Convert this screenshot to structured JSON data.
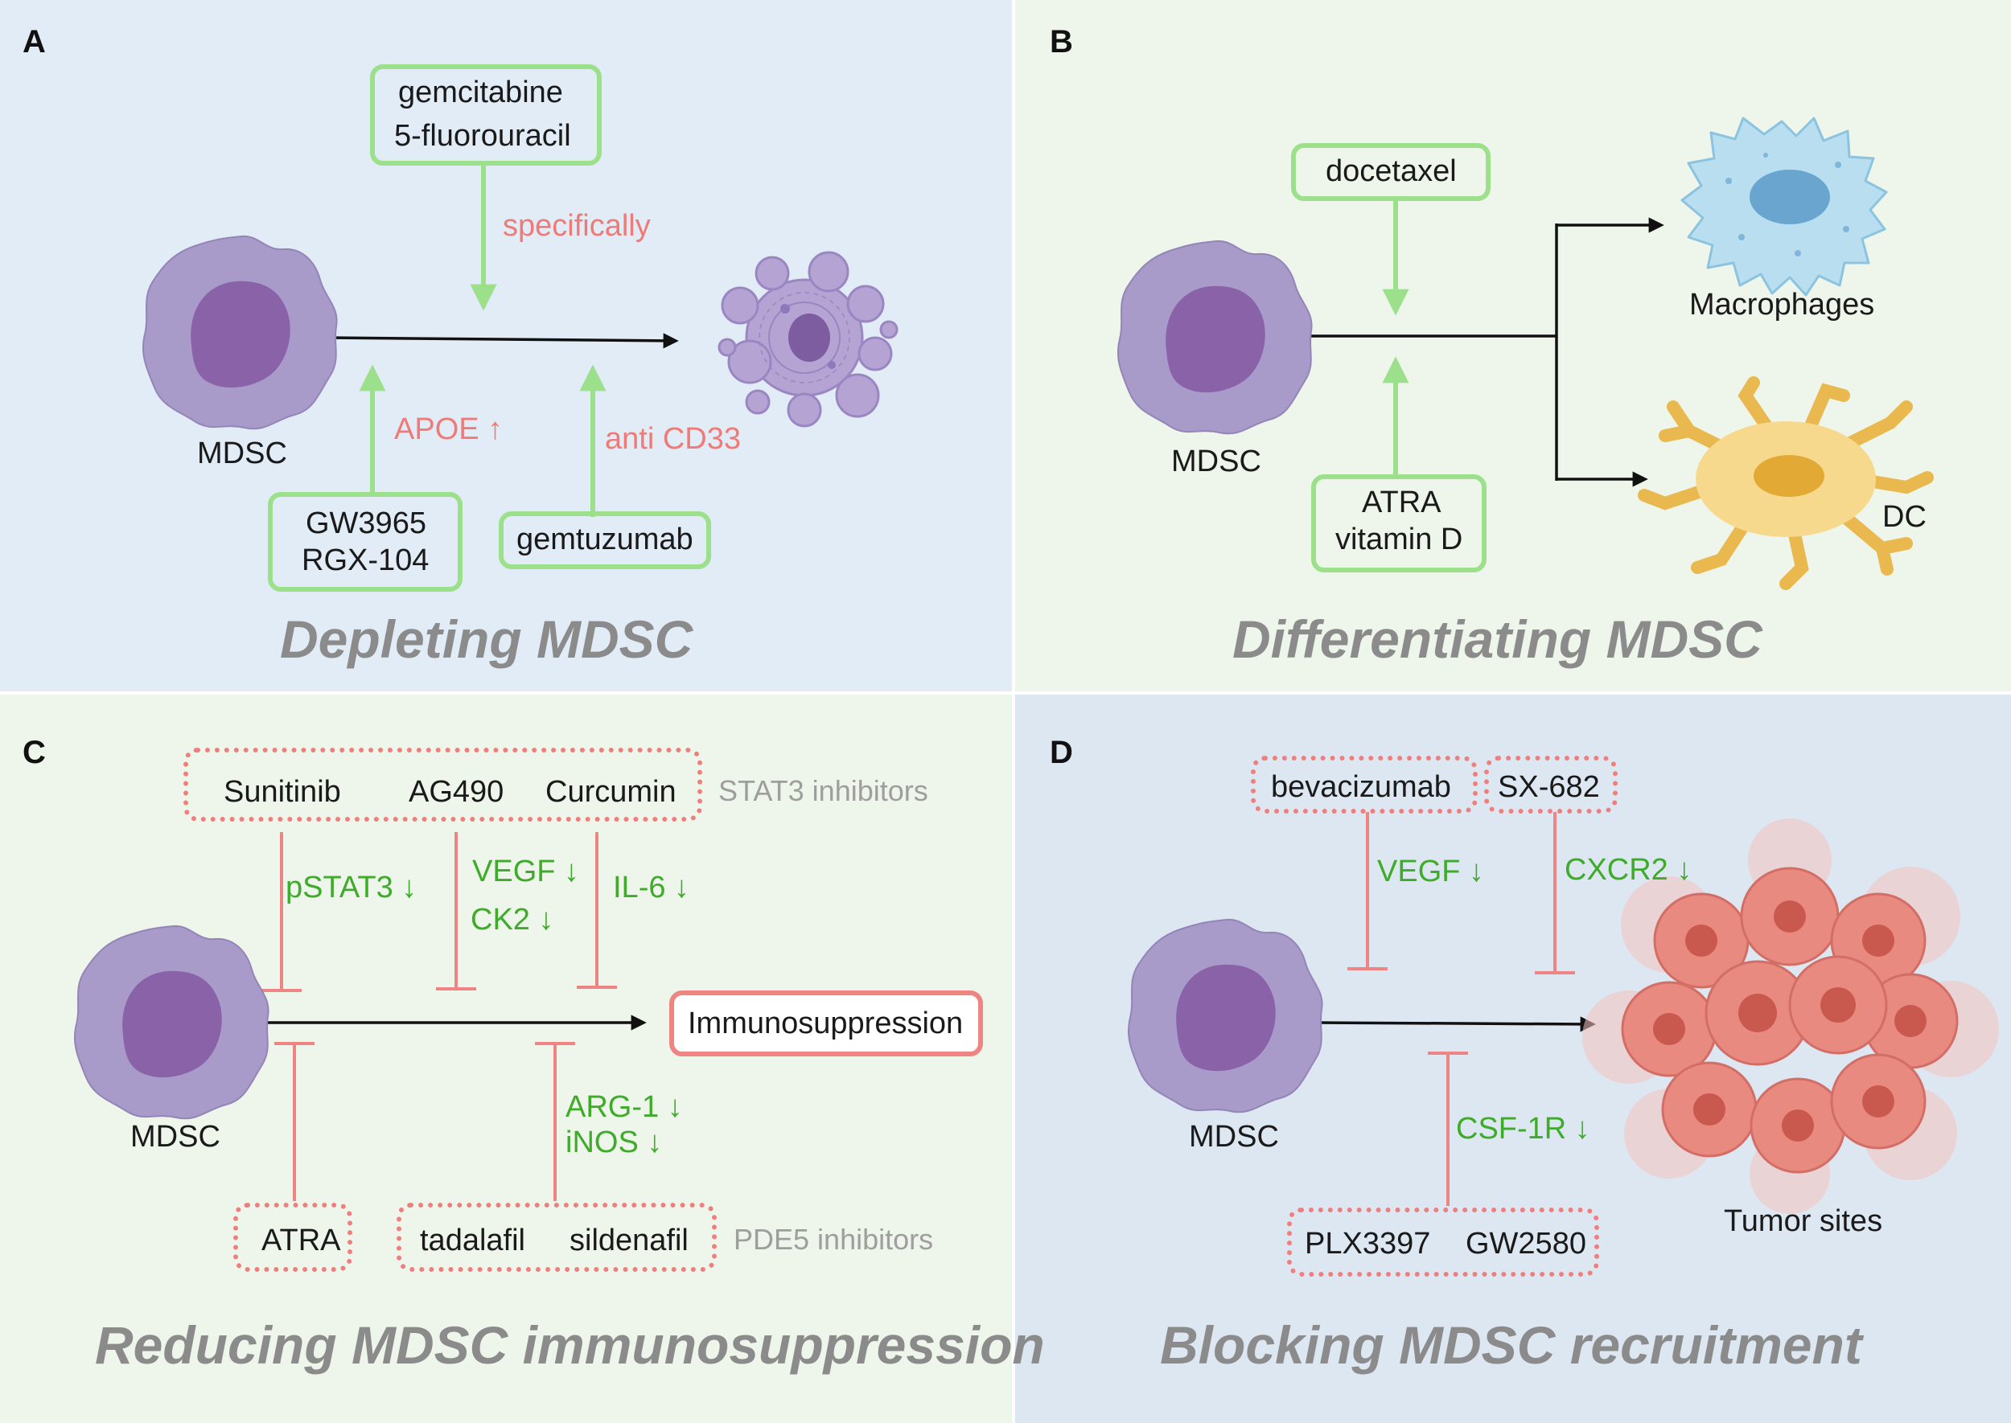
{
  "panels": {
    "a": {
      "letter": "A",
      "title": "Depleting MDSC",
      "drug_top": [
        "gemcitabine",
        "5-fluorouracil"
      ],
      "label_top": "specifically",
      "cell": "MDSC",
      "label_left": "APOE ↑",
      "label_right": "anti CD33",
      "drug_left": [
        "GW3965",
        "RGX-104"
      ],
      "drug_right": "gemtuzumab"
    },
    "b": {
      "letter": "B",
      "title": "Differentiating MDSC",
      "drug_top": "docetaxel",
      "drug_bottom": [
        "ATRA",
        "vitamin D"
      ],
      "cell": "MDSC",
      "out_top": "Macrophages",
      "out_bottom": "DC"
    },
    "c": {
      "letter": "C",
      "title": "Reducing MDSC immunosuppression",
      "stat3_drugs": [
        "Sunitinib",
        "AG490",
        "Curcumin"
      ],
      "stat3_group": "STAT3 inhibitors",
      "labels_top": [
        "pSTAT3 ↓",
        "VEGF ↓",
        "CK2 ↓",
        "IL-6 ↓"
      ],
      "cell": "MDSC",
      "target": "Immunosuppression",
      "labels_bottom": [
        "ARG-1 ↓",
        "iNOS ↓"
      ],
      "drug_atra": "ATRA",
      "pde5_drugs": [
        "tadalafil",
        "sildenafil"
      ],
      "pde5_group": "PDE5 inhibitors"
    },
    "d": {
      "letter": "D",
      "title": "Blocking MDSC recruitment",
      "drug_left": "bevacizumab",
      "drug_right": "SX-682",
      "label_left": "VEGF ↓",
      "label_right": "CXCR2 ↓",
      "cell": "MDSC",
      "label_bottom": "CSF-1R ↓",
      "drugs_bottom": [
        "PLX3397",
        "GW2580"
      ],
      "target": "Tumor sites"
    }
  },
  "colors": {
    "panel_a_bg": "#e1ecf6",
    "panel_b_bg": "#eef5ea",
    "panel_c_bg": "#eef5ea",
    "panel_d_bg": "#dde7f2",
    "green_box": "#9ce08c",
    "red_box": "#ef7f7c",
    "pink_text": "#ef7b78",
    "green_text": "#3fab2b",
    "title_grey": "#8b8b8b",
    "mdsc_cell": "#a89bc9",
    "mdsc_nucleus": "#8a62a8",
    "macrophage": "#b9def0",
    "dc_cell": "#f6d98c",
    "tumor": "#e88a80"
  }
}
